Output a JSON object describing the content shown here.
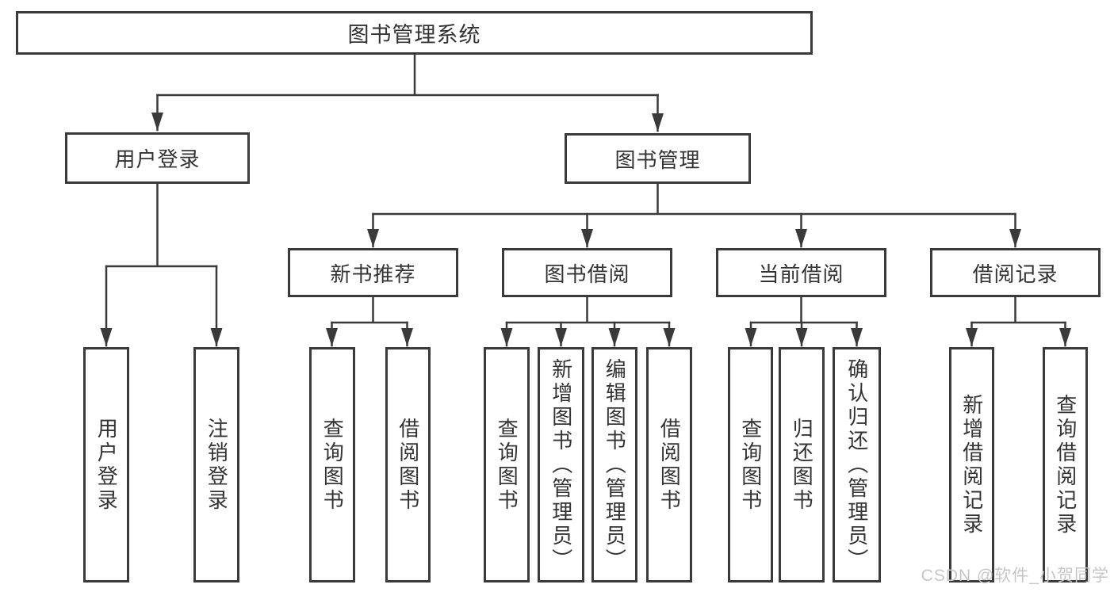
{
  "diagram": {
    "title": "图书管理系统",
    "level2": [
      {
        "label": "用户登录"
      },
      {
        "label": "图书管理"
      }
    ],
    "level3": [
      {
        "label": "新书推荐"
      },
      {
        "label": "图书借阅"
      },
      {
        "label": "当前借阅"
      },
      {
        "label": "借阅记录"
      }
    ],
    "leaves": {
      "user_login": [
        {
          "label": "用户登录"
        },
        {
          "label": "注销登录"
        }
      ],
      "recommend": [
        {
          "label": "查询图书"
        },
        {
          "label": "借阅图书"
        }
      ],
      "borrow": [
        {
          "label": "查询图书"
        },
        {
          "label": "新增图书（管理员）"
        },
        {
          "label": "编辑图书（管理员）"
        },
        {
          "label": "借阅图书"
        }
      ],
      "current": [
        {
          "label": "查询图书"
        },
        {
          "label": "归还图书"
        },
        {
          "label": "确认归还（管理员）"
        }
      ],
      "records": [
        {
          "label": "新增借阅记录"
        },
        {
          "label": "查询借阅记录"
        }
      ]
    }
  },
  "watermark": {
    "text": "CSDN @软件_小贺同学"
  },
  "colors": {
    "line": "#3a3a3a",
    "box_border": "#3a3a3a",
    "text": "#333333",
    "watermark": "#c6c6c6",
    "background": "#ffffff"
  }
}
